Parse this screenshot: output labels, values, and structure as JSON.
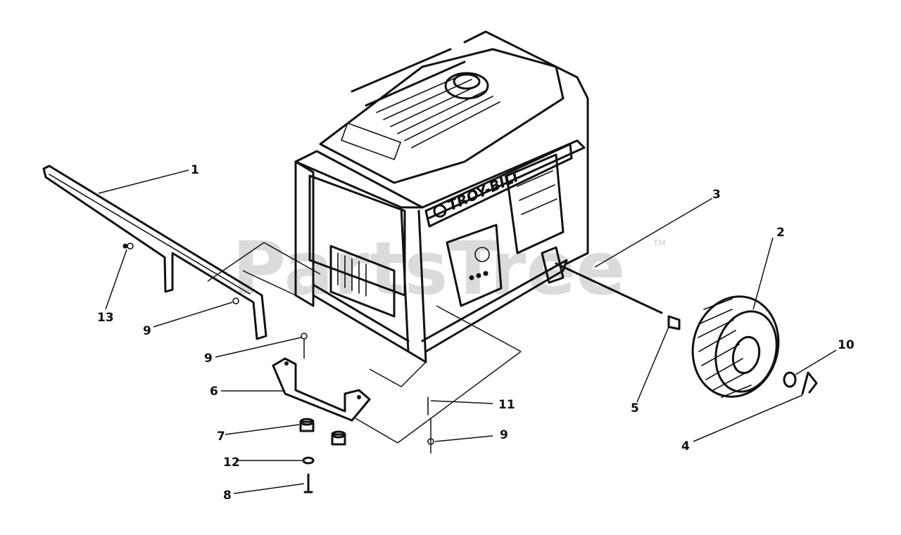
{
  "watermark": {
    "text": "PartsTree",
    "tm": "TM"
  },
  "engine_brand": "TROY-BILT",
  "callouts": [
    {
      "id": "1",
      "name": "callout-1"
    },
    {
      "id": "2",
      "name": "callout-2"
    },
    {
      "id": "3",
      "name": "callout-3"
    },
    {
      "id": "4",
      "name": "callout-4"
    },
    {
      "id": "5",
      "name": "callout-5"
    },
    {
      "id": "6",
      "name": "callout-6"
    },
    {
      "id": "7",
      "name": "callout-7"
    },
    {
      "id": "8",
      "name": "callout-8"
    },
    {
      "id": "9",
      "name": "callout-9"
    },
    {
      "id": "10",
      "name": "callout-10"
    },
    {
      "id": "11",
      "name": "callout-11"
    },
    {
      "id": "12",
      "name": "callout-12"
    },
    {
      "id": "13",
      "name": "callout-13"
    }
  ],
  "colors": {
    "ink": "#111111",
    "watermark": "#cfcfcf",
    "background": "#ffffff"
  }
}
